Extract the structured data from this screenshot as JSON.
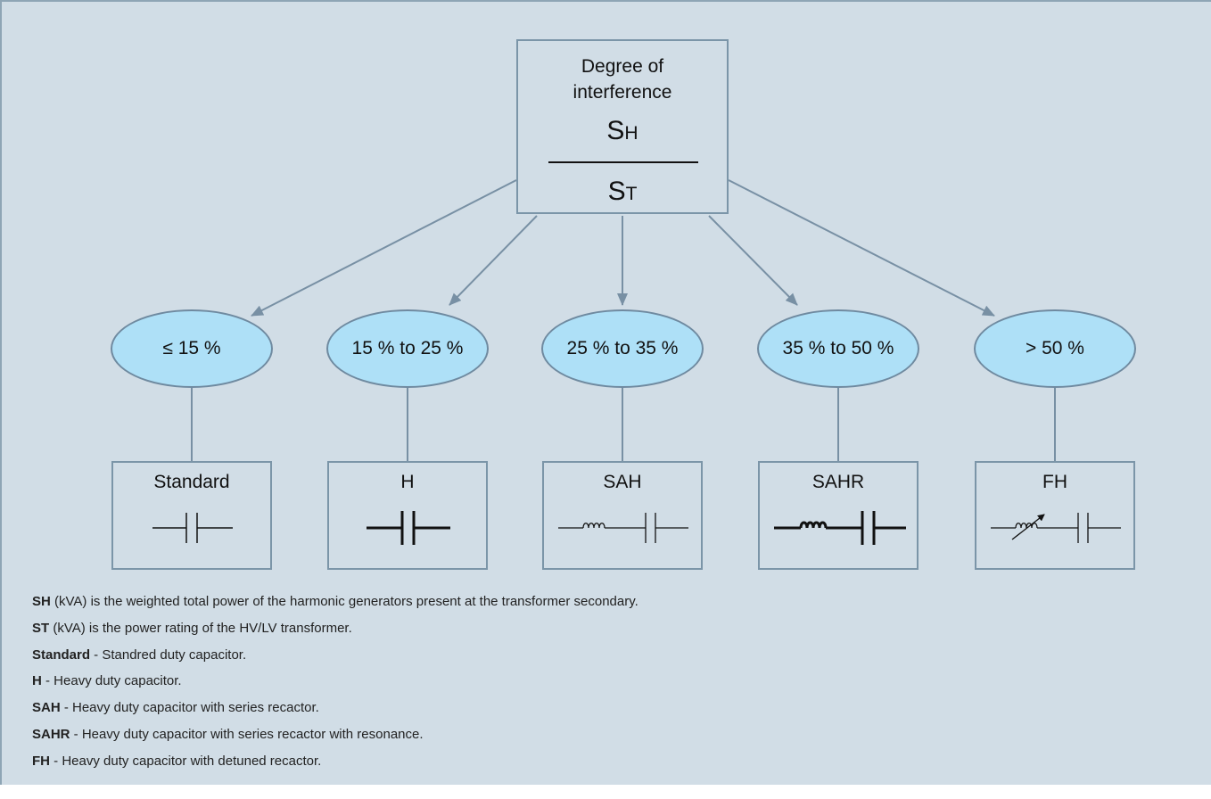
{
  "root": {
    "title_line1": "Degree of",
    "title_line2": "interference",
    "numerator_main": "S",
    "numerator_sub": "H",
    "denominator_main": "S",
    "denominator_sub": "T"
  },
  "ranges": [
    {
      "label": "≤ 15 %"
    },
    {
      "label": "15 % to 25 %"
    },
    {
      "label": "25 % to 35 %"
    },
    {
      "label": "35 % to 50 %"
    },
    {
      "label": "> 50 %"
    }
  ],
  "capacitors": [
    {
      "label": "Standard",
      "symbol": "capacitor-icon"
    },
    {
      "label": "H",
      "symbol": "heavy-capacitor-icon"
    },
    {
      "label": "SAH",
      "symbol": "reactor-capacitor-icon"
    },
    {
      "label": "SAHR",
      "symbol": "heavy-reactor-capacitor-icon"
    },
    {
      "label": "FH",
      "symbol": "variable-reactor-capacitor-icon"
    }
  ],
  "legend": [
    {
      "term": "SH",
      "desc": " (kVA) is the weighted total power of the harmonic generators present at the transformer secondary."
    },
    {
      "term": "ST",
      "desc": " (kVA) is the power rating of the HV/LV transformer."
    },
    {
      "term": "Standard",
      "desc": " - Standred duty capacitor."
    },
    {
      "term": "H",
      "desc": " - Heavy duty capacitor."
    },
    {
      "term": "SAH",
      "desc": " - Heavy duty capacitor with series recactor."
    },
    {
      "term": "SAHR",
      "desc": " - Heavy duty capacitor with series recactor with resonance."
    },
    {
      "term": "FH",
      "desc": " - Heavy duty capacitor with detuned recactor."
    }
  ],
  "colors": {
    "background": "#d1dde6",
    "ellipse_fill": "#aee0f7",
    "border": "#7b95a8",
    "arrow": "#7890a4"
  }
}
